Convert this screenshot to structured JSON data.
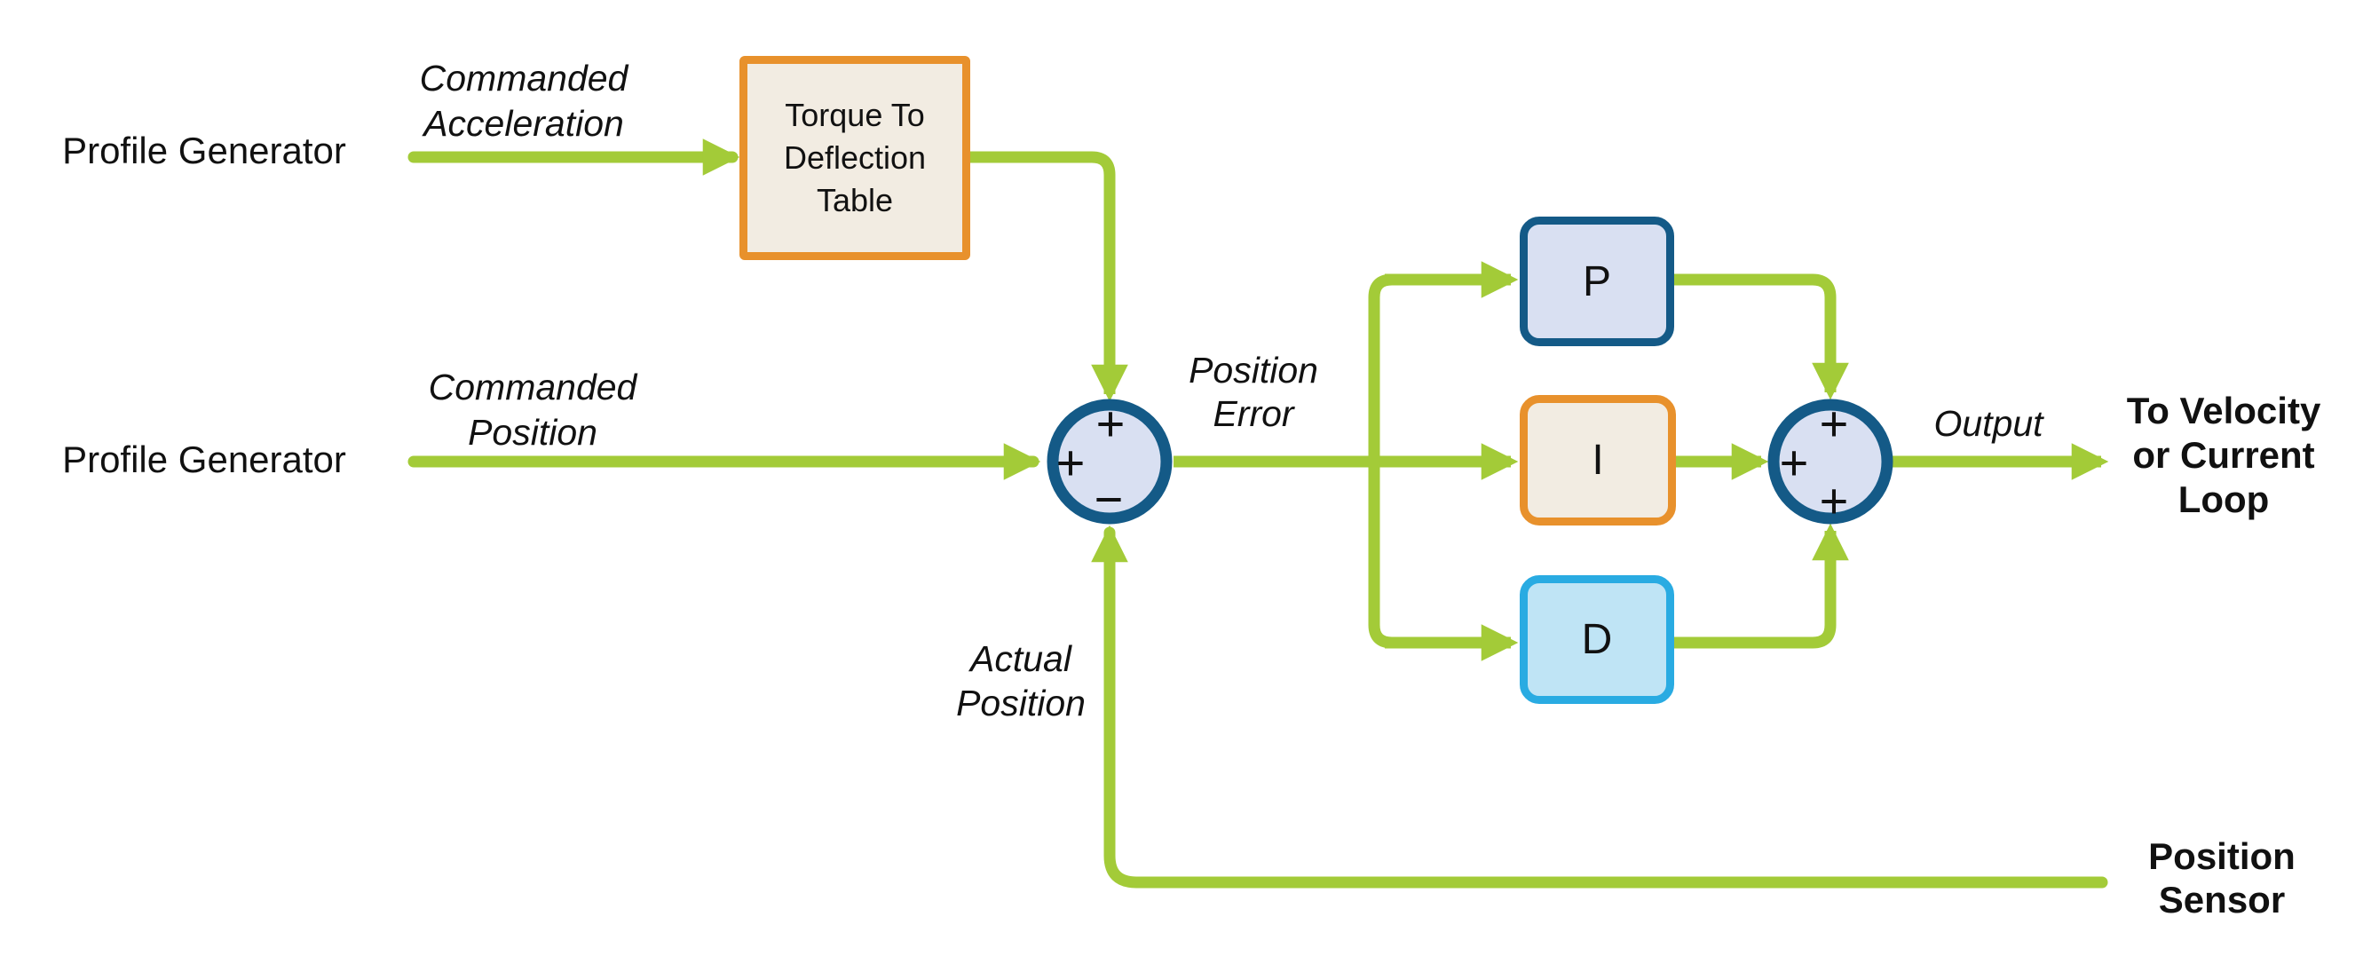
{
  "colors": {
    "wire_green": "#A3CB38",
    "junction_blue": "#145A87",
    "junction_fill": "#D9E0F2",
    "orange_border": "#E8912C",
    "cream_fill": "#F2ECE2",
    "cyan_border": "#29ABE2",
    "light_cyan_fill": "#BFE4F5",
    "text": "#111111"
  },
  "labels": {
    "profile_generator_top": "Profile Generator",
    "profile_generator_bottom": "Profile Generator",
    "commanded_acceleration": {
      "line1": "Commanded",
      "line2": "Acceleration"
    },
    "commanded_position": {
      "line1": "Commanded",
      "line2": "Position"
    },
    "position_error": {
      "line1": "Position",
      "line2": "Error"
    },
    "actual_position": {
      "line1": "Actual",
      "line2": "Position"
    },
    "output": "Output",
    "to_velocity_loop": {
      "line1": "To Velocity",
      "line2": "or Current",
      "line3": "Loop"
    },
    "position_sensor": {
      "line1": "Position",
      "line2": "Sensor"
    }
  },
  "blocks": {
    "torque_table": {
      "line1": "Torque To",
      "line2": "Deflection",
      "line3": "Table"
    },
    "proportional": "P",
    "integral": "I",
    "derivative": "D"
  },
  "junctions": {
    "position": {
      "top": "+",
      "left": "+",
      "bottom": "−"
    },
    "output": {
      "top": "+",
      "left": "+",
      "bottom": "+"
    }
  }
}
